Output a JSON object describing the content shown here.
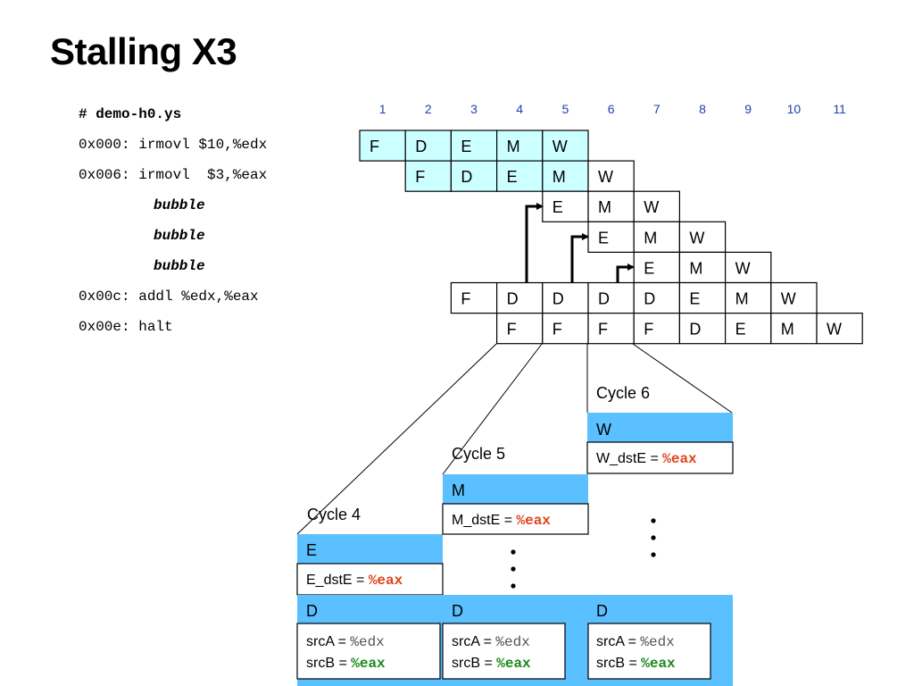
{
  "title": "Stalling X3",
  "program": {
    "header": "# demo-h0.ys",
    "lines": [
      {
        "text": "0x000: irmovl $10,%edx",
        "style": "normal"
      },
      {
        "text": "0x006: irmovl  $3,%eax",
        "style": "normal"
      },
      {
        "text": "bubble",
        "style": "bubble"
      },
      {
        "text": "bubble",
        "style": "bubble"
      },
      {
        "text": "bubble",
        "style": "bubble"
      },
      {
        "text": "0x00c: addl %edx,%eax",
        "style": "normal"
      },
      {
        "text": "0x00e: halt",
        "style": "normal"
      }
    ]
  },
  "pipeline": {
    "cycles": [
      "1",
      "2",
      "3",
      "4",
      "5",
      "6",
      "7",
      "8",
      "9",
      "10",
      "11"
    ],
    "rows": [
      {
        "start": 1,
        "stages": [
          "F",
          "D",
          "E",
          "M",
          "W"
        ],
        "highlight": [
          1,
          2,
          3,
          4,
          5
        ]
      },
      {
        "start": 2,
        "stages": [
          "F",
          "D",
          "E",
          "M",
          "W"
        ],
        "highlight": [
          2,
          3,
          4,
          5
        ]
      },
      {
        "start": 5,
        "stages": [
          "E",
          "M",
          "W"
        ],
        "highlight": []
      },
      {
        "start": 6,
        "stages": [
          "E",
          "M",
          "W"
        ],
        "highlight": []
      },
      {
        "start": 7,
        "stages": [
          "E",
          "M",
          "W"
        ],
        "highlight": []
      },
      {
        "start": 3,
        "stages": [
          "F",
          "D",
          "D",
          "D",
          "D",
          "E",
          "M",
          "W"
        ],
        "highlight": []
      },
      {
        "start": 4,
        "stages": [
          "F",
          "F",
          "F",
          "F",
          "D",
          "E",
          "M",
          "W"
        ],
        "highlight": []
      }
    ]
  },
  "callouts": [
    {
      "cycle_label": "Cycle 4",
      "stage": "E",
      "reg_text": "E_dstE = ",
      "reg_value": "%eax"
    },
    {
      "cycle_label": "Cycle 5",
      "stage": "M",
      "reg_text": "M_dstE = ",
      "reg_value": "%eax"
    },
    {
      "cycle_label": "Cycle 6",
      "stage": "W",
      "reg_text": "W_dstE = ",
      "reg_value": "%eax"
    }
  ],
  "decode_boxes": [
    {
      "stage": "D",
      "srcA_label": "srcA = ",
      "srcA_value": "%edx",
      "srcB_label": "srcB = ",
      "srcB_value": "%eax"
    },
    {
      "stage": "D",
      "srcA_label": "srcA = ",
      "srcA_value": "%edx",
      "srcB_label": "srcB = ",
      "srcB_value": "%eax"
    },
    {
      "stage": "D",
      "srcA_label": "srcA = ",
      "srcA_value": "%edx",
      "srcB_label": "srcB = ",
      "srcB_value": "%eax"
    }
  ],
  "ellipsis": "⋮",
  "colors": {
    "highlight_cell": "#ccffff",
    "cycle_number": "#1f3fb0",
    "stage_bar": "#5bc0ff",
    "dest_reg": "#e0441a",
    "src_reg_b": "#1a8a1a",
    "src_reg_a": "#555555"
  }
}
